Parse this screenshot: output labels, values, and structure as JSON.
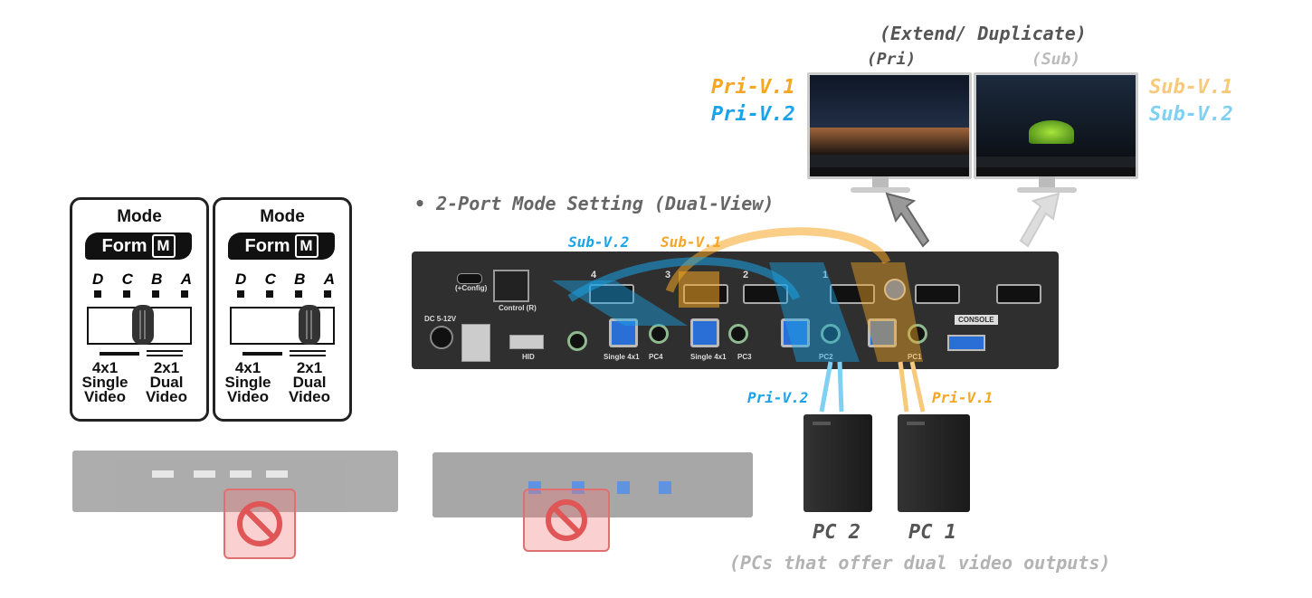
{
  "top_caption": "(Extend/ Duplicate)",
  "monitor_labels": {
    "pri": "(Pri)",
    "sub": "(Sub)"
  },
  "left_video_labels": [
    "Pri-V.1",
    "Pri-V.2"
  ],
  "right_video_labels": [
    "Sub-V.1",
    "Sub-V.2"
  ],
  "section_title": "• 2-Port Mode Setting (Dual-View)",
  "cable_labels_top": [
    "Sub-V.2",
    "Sub-V.1"
  ],
  "cable_labels_bottom": [
    "Pri-V.2",
    "Pri-V.1"
  ],
  "dip_switch": {
    "mode": "Mode",
    "form": "Form",
    "form_key": "M",
    "letters": [
      "D",
      "C",
      "B",
      "A"
    ],
    "option_left": {
      "code": "4x1",
      "line1": "Single",
      "line2": "Video"
    },
    "option_right": {
      "code": "2x1",
      "line1": "Dual",
      "line2": "Video"
    }
  },
  "pcs": [
    "PC 2",
    "PC 1"
  ],
  "footnote": "(PCs that offer dual video outputs)",
  "device_labels": {
    "config": "(+Config)",
    "dc": "DC 5-12V",
    "control": "Control (R)",
    "console": "CONSOLE",
    "pc_ports": [
      "PC4",
      "PC3",
      "PC2",
      "PC1"
    ],
    "single_ports": [
      "Single 4x1",
      "Single 4x1"
    ],
    "port_numbers": [
      "4",
      "3",
      "2",
      "1"
    ],
    "hid": "HID"
  },
  "colors": {
    "orange": "#f5a623",
    "blue": "#1aa3e8",
    "light_orange": "#f7c97a",
    "light_blue": "#7fd0f3",
    "gray_text": "#b3b3b3",
    "dark": "#333333"
  }
}
